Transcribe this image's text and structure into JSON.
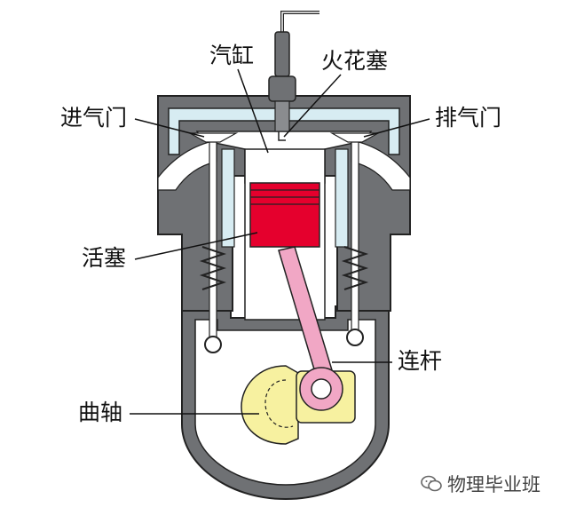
{
  "labels": {
    "cylinder": "汽缸",
    "spark_plug": "火花塞",
    "intake_valve": "进气门",
    "exhaust_valve": "排气门",
    "piston": "活塞",
    "connecting_rod": "连杆",
    "crankshaft": "曲轴"
  },
  "watermark": {
    "text": "物理毕业班",
    "icon": "wechat-icon"
  },
  "colors": {
    "body": "#6f7174",
    "coolant": "#d7ecf2",
    "piston": "#e5002d",
    "rod": "#f1a7c5",
    "crank": "#f7f1a0"
  }
}
